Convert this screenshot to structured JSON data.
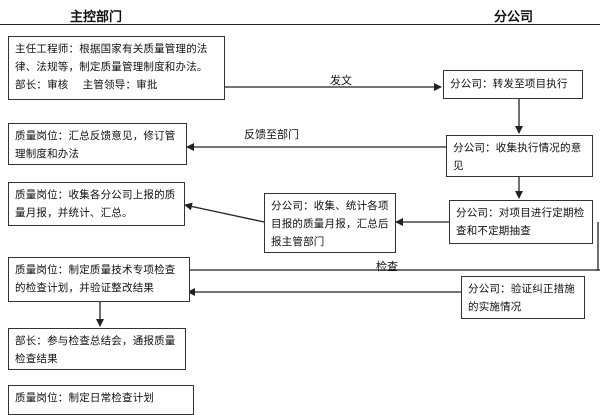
{
  "headers": {
    "left": "主控部门",
    "right": "分公司"
  },
  "boxes": {
    "engineer": "主任工程师：根据国家有关质量管理的法律、法规等，制定质量管理制度和办法。\n部长：审核    主管领导：审批",
    "branch_forward": "分公司：转发至项目执行",
    "quality_summary": "质量岗位：汇总反馈意见，修订管理制度和办法",
    "branch_collect_opinion": "分公司：收集执行情况的意见",
    "quality_monthly": "质量岗位：收集各分公司上报的质量月报，并统计、汇总。",
    "branch_stats": "分公司：收集、统计各项目报的质量月报，汇总后报主管部门",
    "branch_check": "分公司：对项目进行定期检查和不定期抽查",
    "quality_plan": "质量岗位：制定质量技术专项检查的检查计划，并验证整改结果",
    "branch_verify": "分公司：验证纠正措施的实施情况",
    "minister_meeting": "部长：参与检查总结会，通报质量检查结果",
    "quality_routine": "质量岗位：制定日常检查计划"
  },
  "labels": {
    "dispatch": "发文",
    "feedback": "反馈至部门",
    "inspect": "检查"
  },
  "colors": {
    "line": "#222222"
  }
}
